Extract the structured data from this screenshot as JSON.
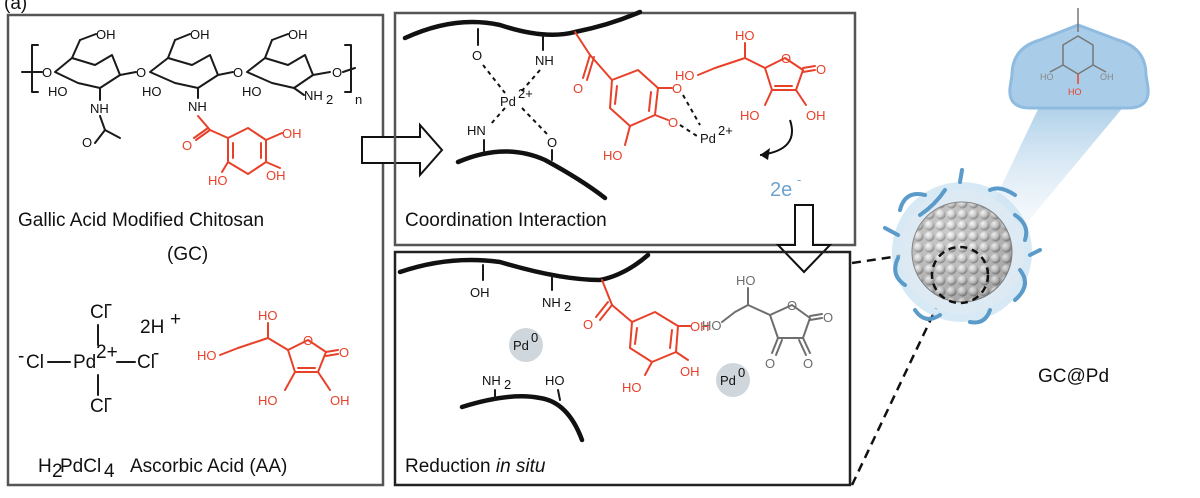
{
  "panel_letter": "(a)",
  "left_panel": {
    "polymer_name": "Gallic Acid Modified Chitosan",
    "polymer_abbr": "(GC)",
    "repeat_n": "n",
    "pd_salt_label": "H",
    "pd_salt_sub1": "2",
    "pd_salt_mid": "PdCl",
    "pd_salt_sub2": "4",
    "counterion": "2H",
    "aa_label": "Ascorbic Acid (AA)"
  },
  "coord_panel": {
    "label": "Coordination Interaction",
    "pd_ion": "Pd",
    "pd_charge": "2+"
  },
  "reduction_panel": {
    "label_plain": "Reduction ",
    "label_italic": "in situ",
    "pd0": "Pd",
    "pd0_sup": "0"
  },
  "electron_label": "2e",
  "product_label": "GC@Pd",
  "atoms": {
    "oh": "OH",
    "ho": "HO",
    "o": "O",
    "nh": "NH",
    "hn": "HN",
    "nh2": "NH",
    "h2n": "NH",
    "two": "2",
    "cl": "Cl",
    "minus": "-",
    "plus": "+",
    "pd": "Pd",
    "ho_short": "HO"
  },
  "colors": {
    "gallic_red": "#e8412a",
    "electron_blue": "#6fa3cc",
    "panel_border": "#555555",
    "oxidized_gray": "#6e6e6e"
  }
}
